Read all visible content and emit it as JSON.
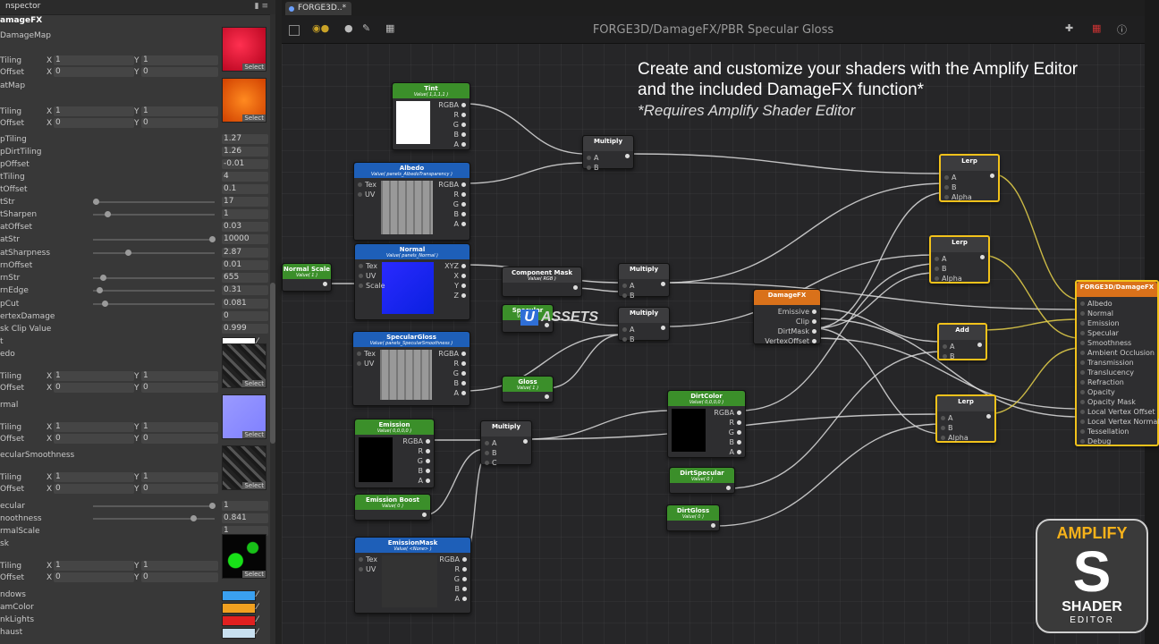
{
  "inspector": {
    "tab_label": "nspector",
    "lock_icon": "lock-icon",
    "header": "amageFX",
    "rows": [
      {
        "type": "label",
        "label": "DamageMap"
      },
      {
        "type": "tiling",
        "label": "Tiling",
        "x": "1",
        "y": "1"
      },
      {
        "type": "tiling",
        "label": "Offset",
        "x": "0",
        "y": "0"
      },
      {
        "type": "label",
        "label": "atMap"
      },
      {
        "type": "tiling",
        "label": "Tiling",
        "x": "1",
        "y": "1"
      },
      {
        "type": "tiling",
        "label": "Offset",
        "x": "0",
        "y": "0"
      },
      {
        "type": "value",
        "label": "pTiling",
        "value": "1.27"
      },
      {
        "type": "value",
        "label": "pDirtTiling",
        "value": "1.26"
      },
      {
        "type": "value",
        "label": "pOffset",
        "value": "-0.01"
      },
      {
        "type": "value",
        "label": "tTiling",
        "value": "4"
      },
      {
        "type": "value",
        "label": "tOffset",
        "value": "0.1"
      },
      {
        "type": "slider",
        "label": "tStr",
        "value": "17",
        "pos": 0
      },
      {
        "type": "slider",
        "label": "tSharpen",
        "value": "1",
        "pos": 0.1
      },
      {
        "type": "value",
        "label": "atOffset",
        "value": "0.03"
      },
      {
        "type": "slider",
        "label": "atStr",
        "value": "10000",
        "pos": 1
      },
      {
        "type": "slider",
        "label": "atSharpness",
        "value": "2.87",
        "pos": 0.28
      },
      {
        "type": "value",
        "label": "rnOffset",
        "value": "0.01"
      },
      {
        "type": "slider",
        "label": "rnStr",
        "value": "655",
        "pos": 0.06
      },
      {
        "type": "slider",
        "label": "rnEdge",
        "value": "0.31",
        "pos": 0.03
      },
      {
        "type": "slider",
        "label": "pCut",
        "value": "0.081",
        "pos": 0.08
      },
      {
        "type": "value",
        "label": "ertexDamage",
        "value": "0"
      },
      {
        "type": "value",
        "label": "sk Clip Value",
        "value": "0.999"
      },
      {
        "type": "color",
        "label": "t",
        "color": "#ffffff"
      },
      {
        "type": "label",
        "label": "edo"
      },
      {
        "type": "tiling",
        "label": "Tiling",
        "x": "1",
        "y": "1"
      },
      {
        "type": "tiling",
        "label": "Offset",
        "x": "0",
        "y": "0"
      },
      {
        "type": "label",
        "label": "rmal"
      },
      {
        "type": "tiling",
        "label": "Tiling",
        "x": "1",
        "y": "1"
      },
      {
        "type": "tiling",
        "label": "Offset",
        "x": "0",
        "y": "0"
      },
      {
        "type": "label",
        "label": "ecularSmoothness"
      },
      {
        "type": "tiling",
        "label": "Tiling",
        "x": "1",
        "y": "1"
      },
      {
        "type": "tiling",
        "label": "Offset",
        "x": "0",
        "y": "0"
      },
      {
        "type": "slider",
        "label": "ecular",
        "value": "1",
        "pos": 1
      },
      {
        "type": "slider",
        "label": "noothness",
        "value": "0.841",
        "pos": 0.84
      },
      {
        "type": "value",
        "label": "rmalScale",
        "value": "1"
      },
      {
        "type": "label",
        "label": "sk"
      },
      {
        "type": "tiling",
        "label": "Tiling",
        "x": "1",
        "y": "1"
      },
      {
        "type": "tiling",
        "label": "Offset",
        "x": "0",
        "y": "0"
      },
      {
        "type": "color",
        "label": "ndows",
        "color": "#3aa0f0"
      },
      {
        "type": "color",
        "label": "amColor",
        "color": "#f0a020"
      },
      {
        "type": "color",
        "label": "nkLights",
        "color": "#e02020"
      },
      {
        "type": "color",
        "label": "haust",
        "color": "#c8e0f0"
      }
    ],
    "select_label": "Select",
    "x_label": "X",
    "y_label": "Y",
    "thumbs": [
      {
        "name": "damage-map-thumb",
        "color": "#d8102a"
      },
      {
        "name": "heat-map-thumb",
        "color": "#f06a10"
      },
      {
        "name": "albedo-thumb",
        "color": "#2a2a2a"
      },
      {
        "name": "normal-thumb",
        "color": "#8f8fff"
      },
      {
        "name": "specular-thumb",
        "color": "#2a2a2a"
      },
      {
        "name": "mask-thumb",
        "color": "#0a0a0a"
      }
    ]
  },
  "editor": {
    "tab_label": "FORGE3D..",
    "tab_modified": "*",
    "title": "FORGE3D/DamageFX/PBR Specular Gloss",
    "promo_line1": "Create and customize your shaders with the Amplify Editor",
    "promo_line2": "and the included DamageFX function*",
    "promo_line3": "*Requires Amplify Shader Editor",
    "watermark": "ASSETS",
    "watermark_u": "U",
    "logo_top": "AMPLIFY",
    "logo_mid": "S",
    "logo_bottom": "SHADER",
    "logo_small": "EDITOR"
  },
  "nodes": {
    "tint": {
      "title": "Tint",
      "sub": "Value( 1,1,1,1 )",
      "ports": [
        "RGBA",
        "R",
        "G",
        "B",
        "A"
      ]
    },
    "albedo": {
      "title": "Albedo",
      "sub": "Value( panels_AlbedoTransparency )",
      "in": [
        "Tex",
        "UV"
      ],
      "ports": [
        "RGBA",
        "R",
        "G",
        "B",
        "A"
      ]
    },
    "normal": {
      "title": "Normal",
      "sub": "Value( panels_Normal )",
      "in": [
        "Tex",
        "UV",
        "Scale"
      ],
      "ports": [
        "XYZ",
        "X",
        "Y",
        "Z"
      ]
    },
    "normalscale": {
      "title": "Normal Scale",
      "sub": "Value( 1 )"
    },
    "specgloss": {
      "title": "SpecularGloss",
      "sub": "Value( panels_SpecularSmoothness )",
      "in": [
        "Tex",
        "UV"
      ],
      "ports": [
        "RGBA",
        "R",
        "G",
        "B",
        "A"
      ]
    },
    "emission": {
      "title": "Emission",
      "sub": "Value( 0,0,0,0 )",
      "ports": [
        "RGBA",
        "R",
        "G",
        "B",
        "A"
      ]
    },
    "emboost": {
      "title": "Emission Boost",
      "sub": "Value( 0 )"
    },
    "emmask": {
      "title": "EmissionMask",
      "sub": "Value( <None> )",
      "in": [
        "Tex",
        "UV"
      ],
      "ports": [
        "RGBA",
        "R",
        "G",
        "B",
        "A"
      ]
    },
    "multiply1": {
      "title": "Multiply",
      "in": [
        "A",
        "B"
      ]
    },
    "multiply2": {
      "title": "Multiply",
      "in": [
        "A",
        "B"
      ]
    },
    "multiply3": {
      "title": "Multiply",
      "in": [
        "A",
        "B"
      ]
    },
    "multiply4": {
      "title": "Multiply",
      "in": [
        "A",
        "B",
        "C"
      ]
    },
    "compmask": {
      "title": "Component Mask",
      "sub": "Value( RGB )"
    },
    "specular": {
      "title": "Specular",
      "sub": "Value( 1 )"
    },
    "gloss": {
      "title": "Gloss",
      "sub": "Value( 1 )"
    },
    "damagefx": {
      "title": "DamageFX",
      "ports": [
        "Emissive",
        "Clip",
        "DirtMask",
        "VertexOffset"
      ]
    },
    "dirtcolor": {
      "title": "DirtColor",
      "sub": "Value( 0,0,0,0 )",
      "ports": [
        "RGBA",
        "R",
        "G",
        "B",
        "A"
      ]
    },
    "dirtspec": {
      "title": "DirtSpecular",
      "sub": "Value( 0 )"
    },
    "dirtgloss": {
      "title": "DirtGloss",
      "sub": "Value( 0 )"
    },
    "lerp1": {
      "title": "Lerp",
      "in": [
        "A",
        "B",
        "Alpha"
      ]
    },
    "lerp2": {
      "title": "Lerp",
      "in": [
        "A",
        "B",
        "Alpha"
      ]
    },
    "add": {
      "title": "Add",
      "in": [
        "A",
        "B"
      ]
    },
    "lerp3": {
      "title": "Lerp",
      "in": [
        "A",
        "B",
        "Alpha"
      ]
    },
    "output": {
      "title": "FORGE3D/DamageFX",
      "in": [
        "Albedo",
        "Normal",
        "Emission",
        "Specular",
        "Smoothness",
        "Ambient Occlusion",
        "Transmission",
        "Translucency",
        "Refraction",
        "Opacity",
        "Opacity Mask",
        "Local Vertex Offset",
        "Local Vertex Normal",
        "Tessellation",
        "Debug"
      ]
    }
  }
}
